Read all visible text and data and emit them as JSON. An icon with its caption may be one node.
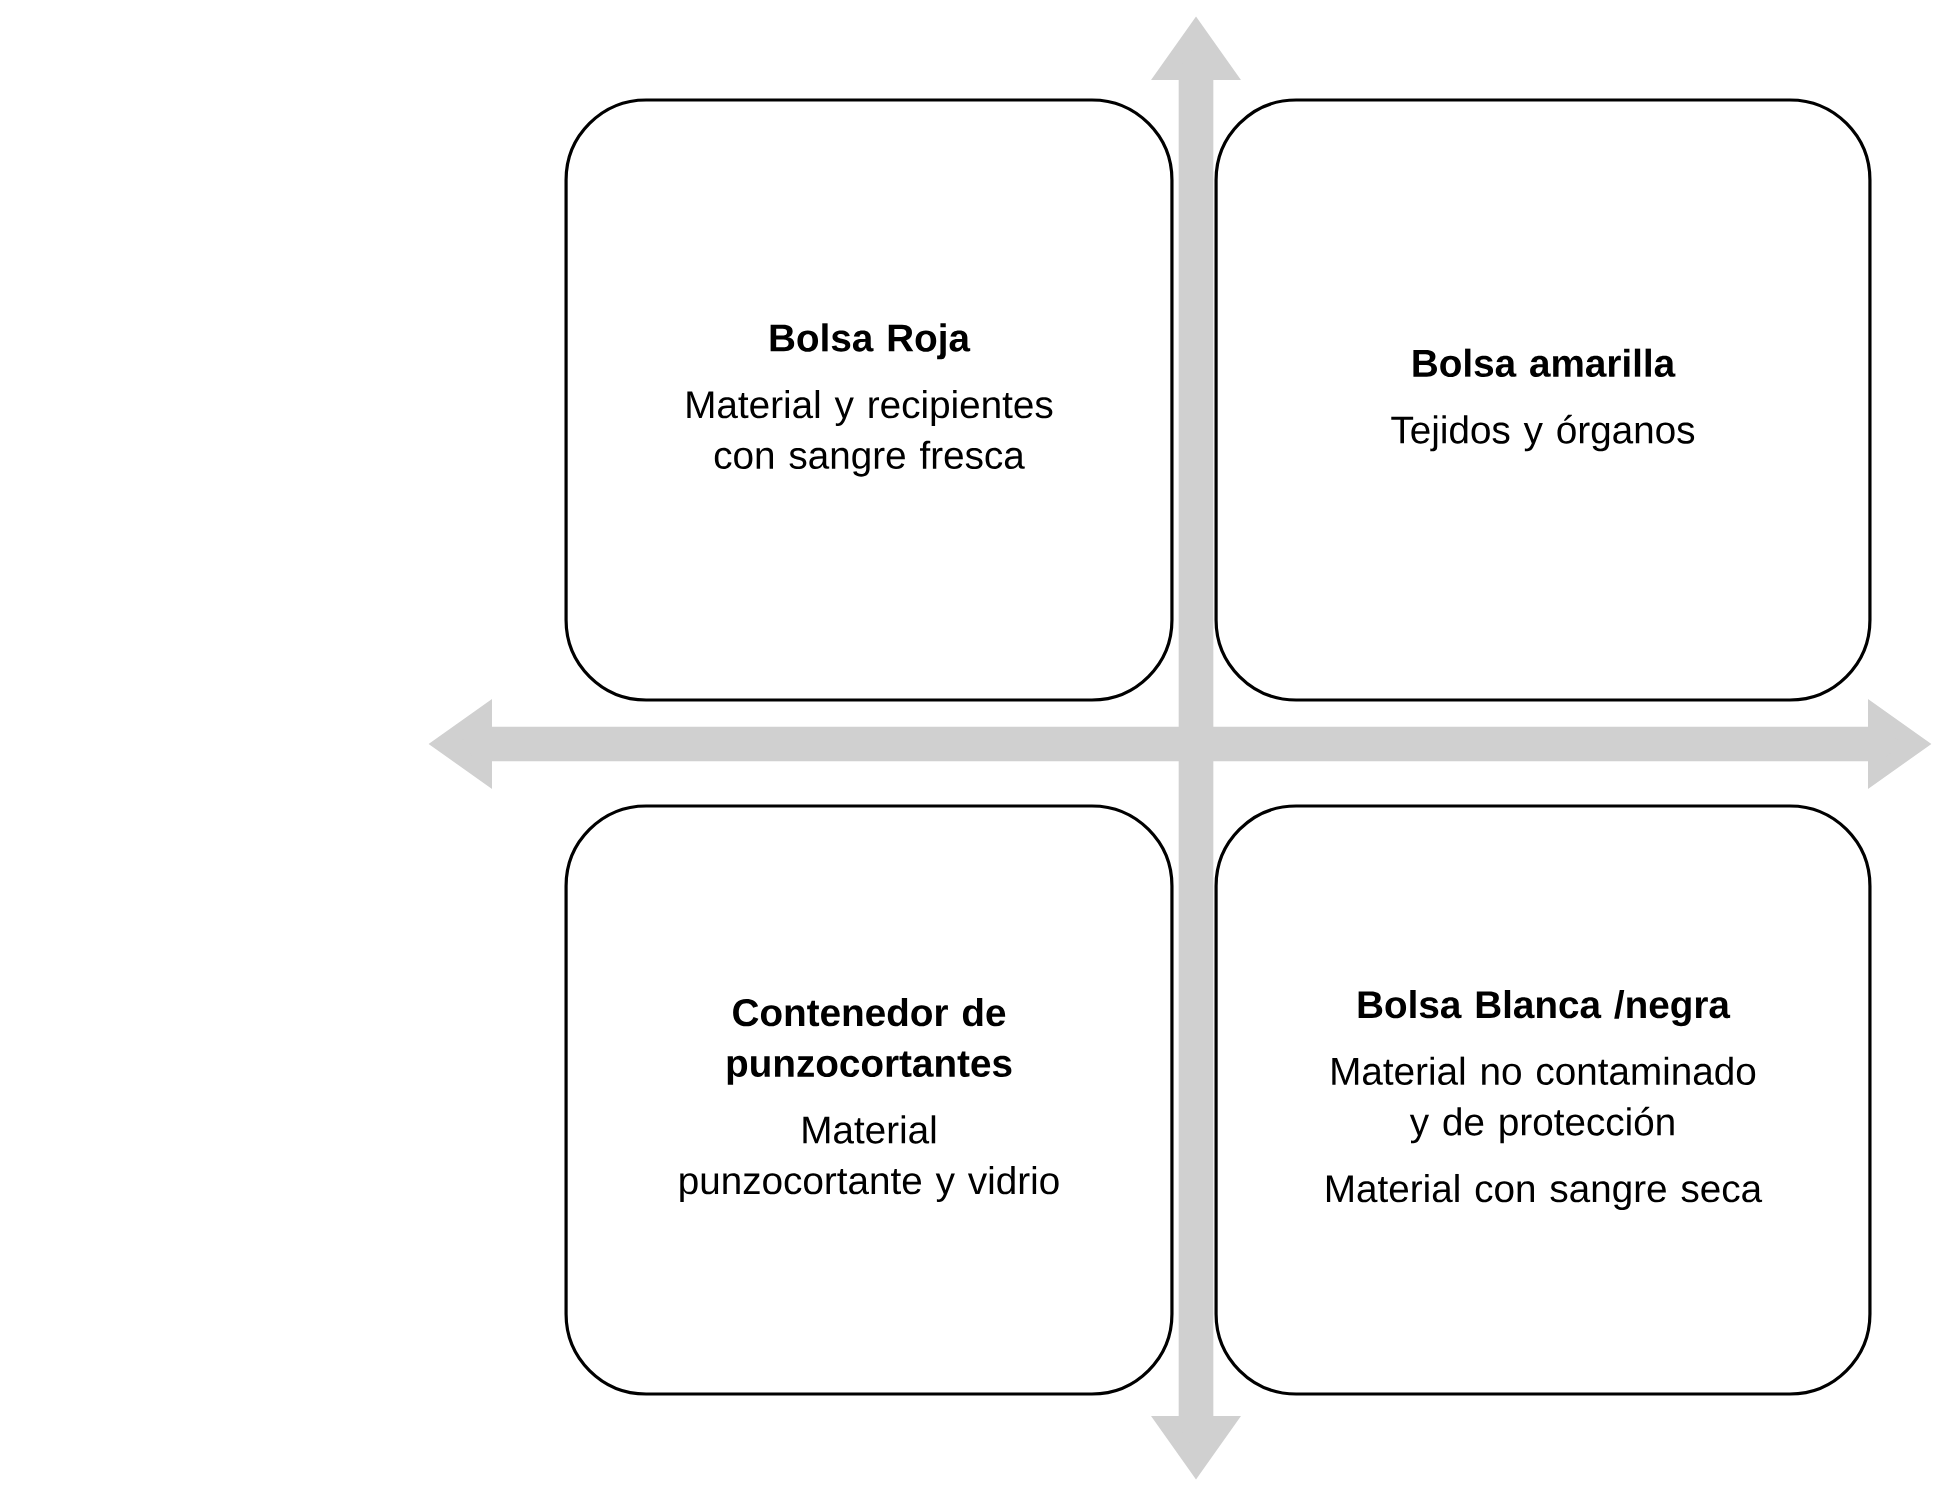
{
  "diagram": {
    "nodes": [
      {
        "text": [
          "Bolsa Roja",
          "Material y recipientes con sangre fresca"
        ]
      },
      {
        "text": [
          "Bolsa amarilla",
          "Tejidos y órganos"
        ]
      },
      {
        "text": [
          "Contenedor de punzocortantes",
          "Material punzocortante y vidrio"
        ]
      },
      {
        "text": [
          "Bolsa Blanca /negra",
          "Material no contaminado y de protección",
          "Material con sangre seca"
        ]
      }
    ]
  }
}
